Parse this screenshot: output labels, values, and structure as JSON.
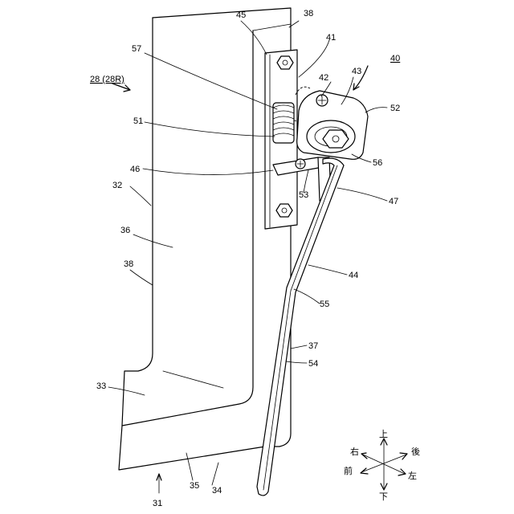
{
  "labels": {
    "l40": "40",
    "l28": "28 (28R)",
    "l45": "45",
    "l38_top": "38",
    "l41": "41",
    "l57": "57",
    "l42": "42",
    "l43": "43",
    "l52": "52",
    "l51": "51",
    "l56": "56",
    "l46": "46",
    "l53": "53",
    "l47": "47",
    "l32": "32",
    "l36": "36",
    "l38_mid": "38",
    "l44": "44",
    "l55": "55",
    "l37": "37",
    "l54": "54",
    "l33": "33",
    "l35": "35",
    "l34": "34",
    "l31": "31"
  },
  "directions": {
    "up": "上",
    "down": "下",
    "right": "右",
    "front": "前",
    "rear": "後",
    "left": "左"
  }
}
